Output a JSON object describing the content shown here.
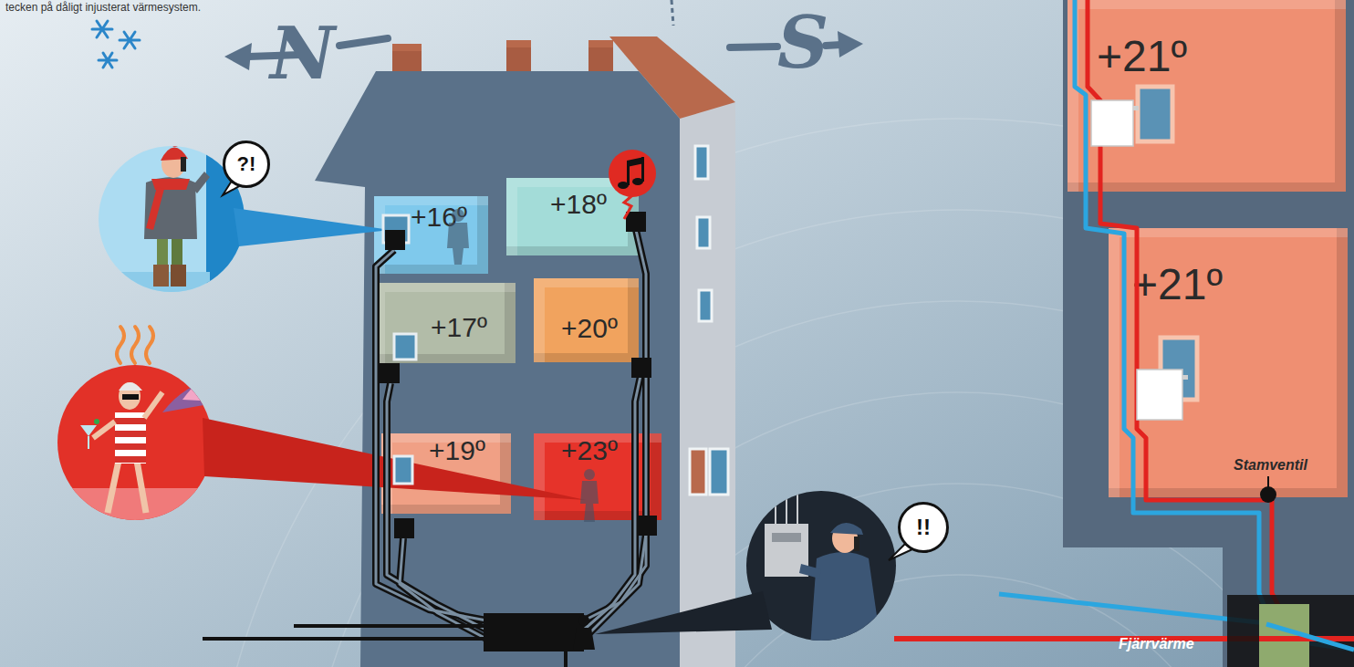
{
  "diagram": {
    "nodes": [
      {
        "text": [
          "+16º"
        ]
      },
      {
        "text": [
          "+18º"
        ]
      },
      {
        "text": [
          "+17º"
        ]
      },
      {
        "text": [
          "+20º"
        ]
      },
      {
        "text": [
          "+19º"
        ]
      },
      {
        "text": [
          "+23º"
        ]
      },
      {
        "text": [
          "?!"
        ]
      },
      {
        "text": [
          "!!"
        ]
      },
      {
        "text": [
          "+21º"
        ]
      },
      {
        "text": [
          "+21º"
        ]
      }
    ],
    "labels": [
      "tecken på dåligt injusterat värmesystem.",
      "N",
      "S",
      "Stamventil",
      "Fjärrvärme"
    ]
  }
}
